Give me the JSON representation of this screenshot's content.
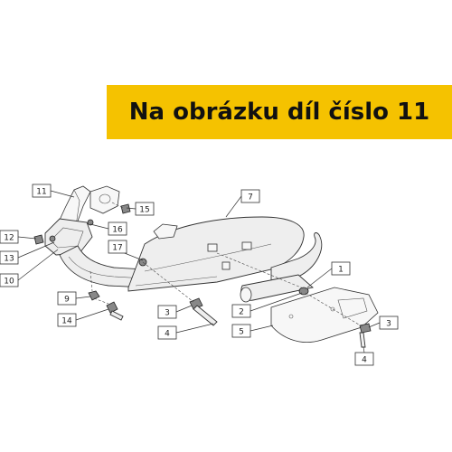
{
  "banner": {
    "text": "Na obrázku díl číslo 11",
    "background": "#f5c200"
  },
  "callouts": [
    {
      "id": "c11",
      "label": "11"
    },
    {
      "id": "c15",
      "label": "15"
    },
    {
      "id": "c7",
      "label": "7"
    },
    {
      "id": "c12",
      "label": "12"
    },
    {
      "id": "c16",
      "label": "16"
    },
    {
      "id": "c13",
      "label": "13"
    },
    {
      "id": "c17",
      "label": "17"
    },
    {
      "id": "c10",
      "label": "10"
    },
    {
      "id": "c1",
      "label": "1"
    },
    {
      "id": "c9",
      "label": "9"
    },
    {
      "id": "c3a",
      "label": "3"
    },
    {
      "id": "c2",
      "label": "2"
    },
    {
      "id": "c14",
      "label": "14"
    },
    {
      "id": "c4a",
      "label": "4"
    },
    {
      "id": "c5",
      "label": "5"
    },
    {
      "id": "c3b",
      "label": "3"
    },
    {
      "id": "c4b",
      "label": "4"
    }
  ]
}
